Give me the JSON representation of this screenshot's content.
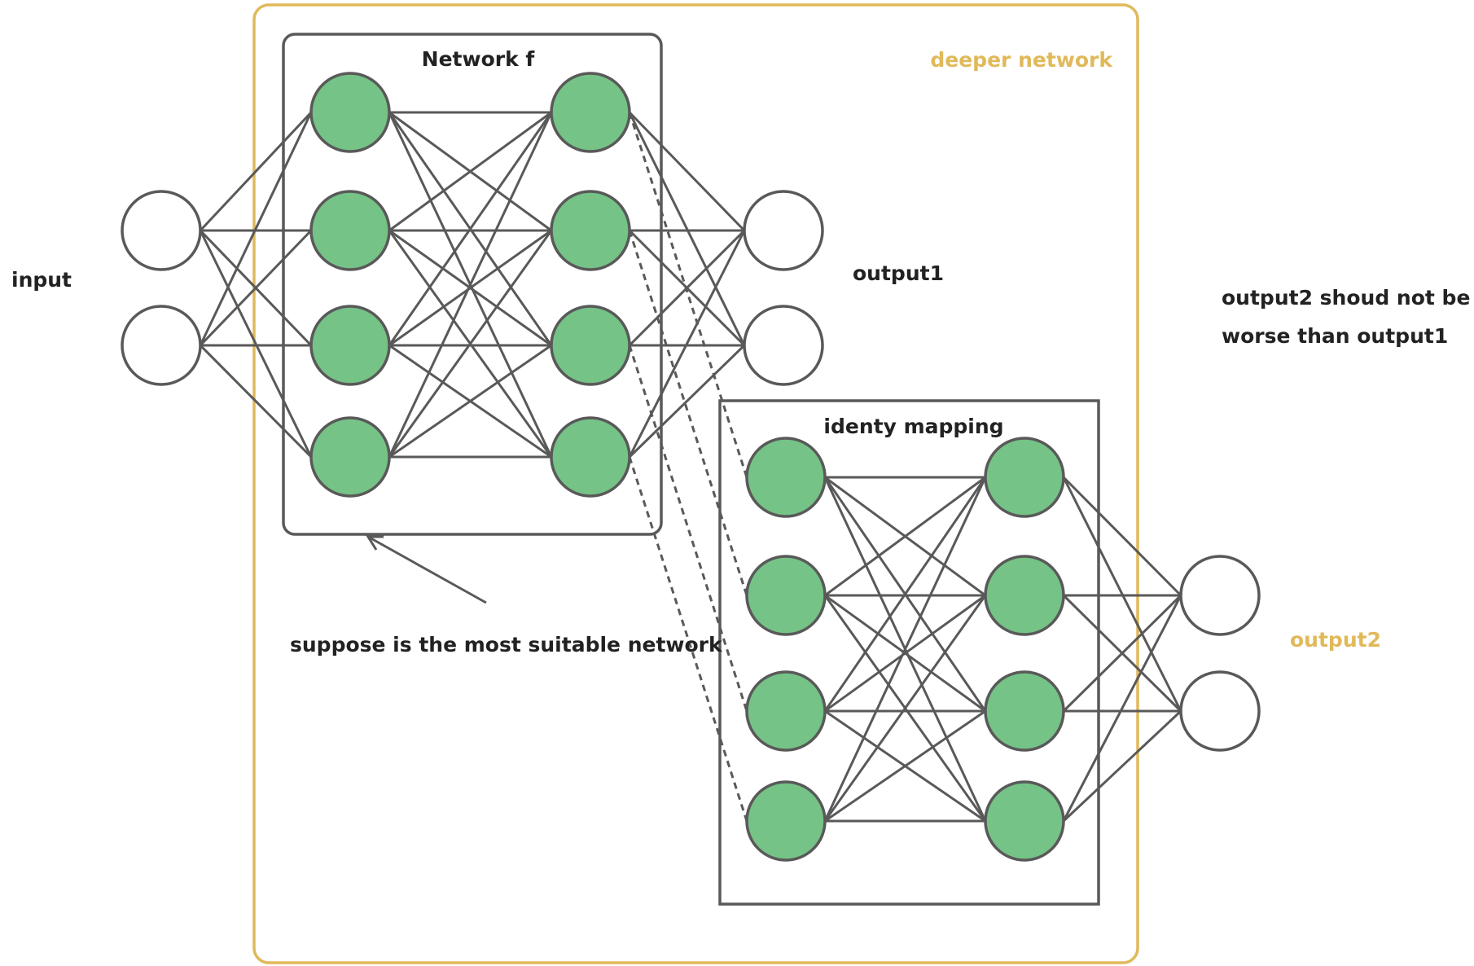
{
  "diagram": {
    "title": "Residual / identity mapping illustration",
    "labels": {
      "input": "input",
      "network_f": "Network f",
      "deeper_network": "deeper network",
      "output1": "output1",
      "identity_mapping": "identy mapping",
      "output2": "output2",
      "annotation": "suppose is the most suitable network",
      "note_line1": "output2 shoud not be",
      "note_line2": "worse than output1"
    },
    "colors": {
      "neuron_fill": "#75C386",
      "stroke": "#595959",
      "accent_yellow": "#E0B95A",
      "text": "#222222"
    },
    "layers": {
      "input": 2,
      "network_f_hidden1": 4,
      "network_f_hidden2": 4,
      "output1": 2,
      "identity_hidden1": 4,
      "identity_hidden2": 4,
      "output2": 2
    }
  }
}
